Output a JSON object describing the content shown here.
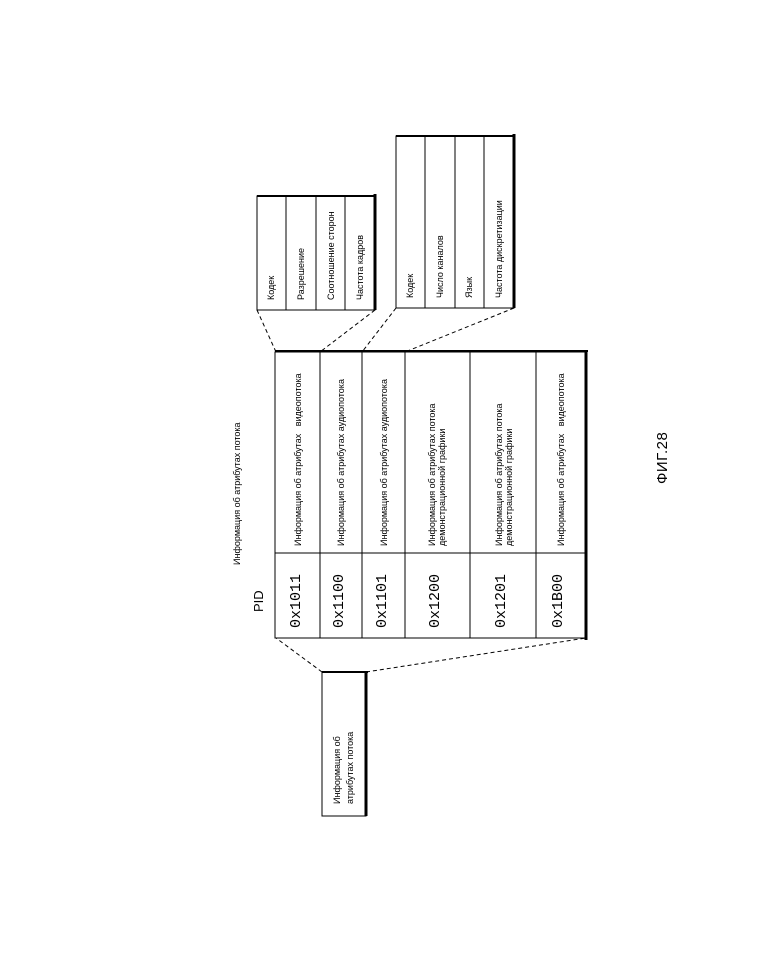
{
  "figure_label": "ФИГ.28",
  "main_header": {
    "pid": "PID",
    "attr": "Информация об атрибутах потока"
  },
  "source_box": {
    "line1": "Информация об",
    "line2": "атрибутах потока"
  },
  "rows": [
    {
      "pid": "0x1011",
      "attr": "Информация об атрибутах   видеопотока"
    },
    {
      "pid": "0x1100",
      "attr": "Информация об атрибутах аудиопотока"
    },
    {
      "pid": "0x1101",
      "attr": "Информация об атрибутах аудиопотока"
    },
    {
      "pid": "0x1200",
      "attr_line1": "Информация об атрибутах потока",
      "attr_line2": "демонстрационной графики"
    },
    {
      "pid": "0x1201",
      "attr_line1": "Информация об атрибутах потока",
      "attr_line2": "демонстрационной графики"
    },
    {
      "pid": "0x1B00",
      "attr": "Информация об атрибутах   видеопотока"
    }
  ],
  "video_attributes": [
    "Кодек",
    "Разрешение",
    "Соотношение сторон",
    "Частота кадров"
  ],
  "audio_attributes": [
    "Кодек",
    "Число каналов",
    "Язык",
    "Частота дискретизации"
  ]
}
